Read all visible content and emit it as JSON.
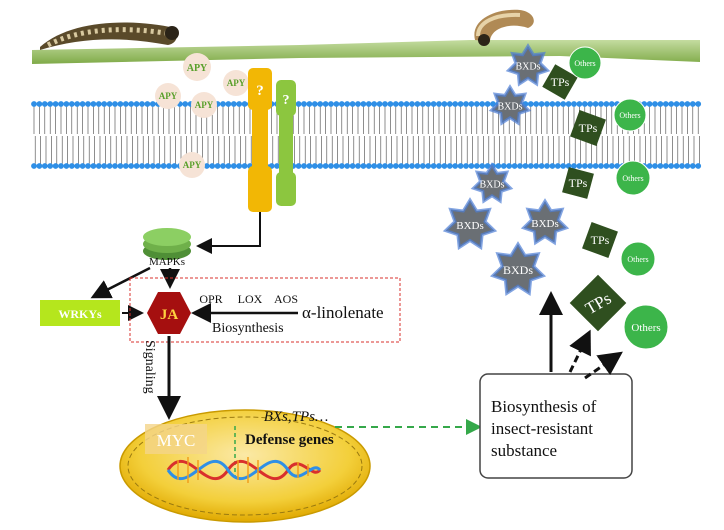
{
  "colors": {
    "leaf": "#8fbf58",
    "membrane_head": "#2f8fe6",
    "apy_fill": "#f6e3d6",
    "apy_text": "#5aa02c",
    "receptor_orange": "#f2b705",
    "receptor_green": "#8cc63f",
    "mapk": "#6fb04a",
    "wrkys": "#b5e61d",
    "ja_fill": "#a50f0f",
    "ja_text": "#ffd23f",
    "bxd_fill": "#6a6f74",
    "bxd_glow": "#4f7fd6",
    "tps_fill": "#2f4f1f",
    "others_fill": "#3cb54a",
    "nucleus": "#f1c40f",
    "dashed_red": "#d9302c",
    "dashed_green": "#35a84a"
  },
  "membrane": {
    "apy_label": "APY",
    "receptor_label": "?"
  },
  "icons": [
    "caterpillar-icon",
    "dna-helix-icon"
  ],
  "signaling": {
    "mapks": "MAPKs",
    "wrkys": "WRKYs",
    "ja": "JA",
    "enzymes": [
      "OPR",
      "LOX",
      "AOS"
    ],
    "precursor": "α-linolenate",
    "biosynthesis": "Biosynthesis",
    "signaling": "Signaling"
  },
  "nucleus": {
    "myc": "MYC",
    "genes_italic": "BXs,TPs…",
    "defense": "Defense genes"
  },
  "substances": {
    "bxds": "BXDs",
    "tps": "TPs",
    "others": "Others"
  },
  "box": {
    "lines": [
      "Biosynthesis of",
      "insect-resistant",
      "substance"
    ]
  }
}
